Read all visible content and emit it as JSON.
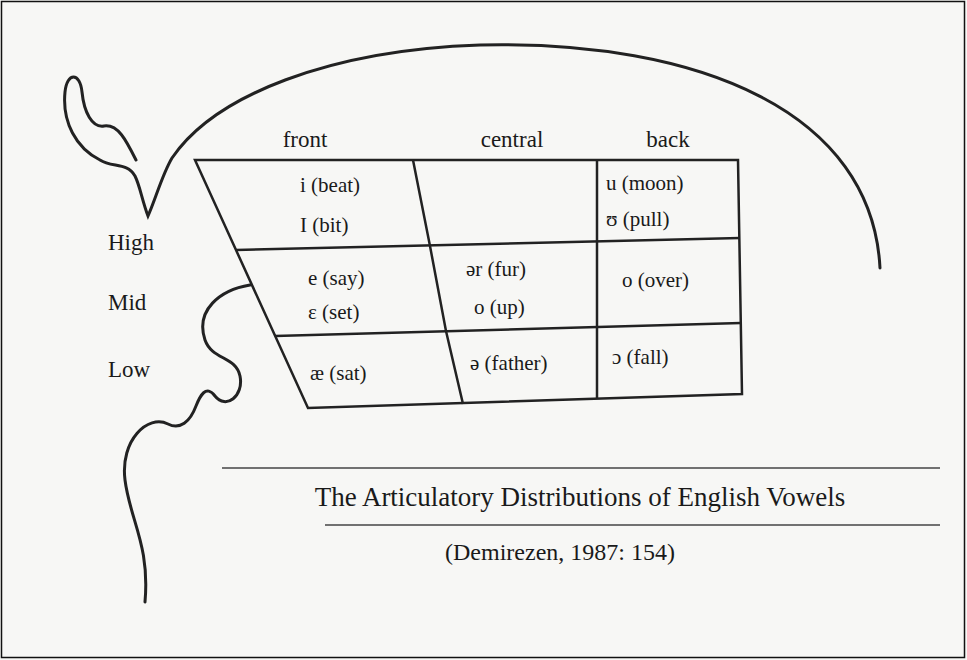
{
  "diagram": {
    "caption": "The Articulatory Distributions of English Vowels",
    "labels": [
      "front",
      "central",
      "back",
      "High",
      "Mid",
      "Low",
      "i (beat)",
      "I (bit)",
      "u (moon)",
      "ʊ (pull)",
      "e (say)",
      "ɛ (set)",
      "ər (fur)",
      "o (up)",
      "o (over)",
      "æ (sat)",
      "ə (father)",
      "ɔ (fall)",
      "(Demirezen, 1987: 154)"
    ]
  }
}
